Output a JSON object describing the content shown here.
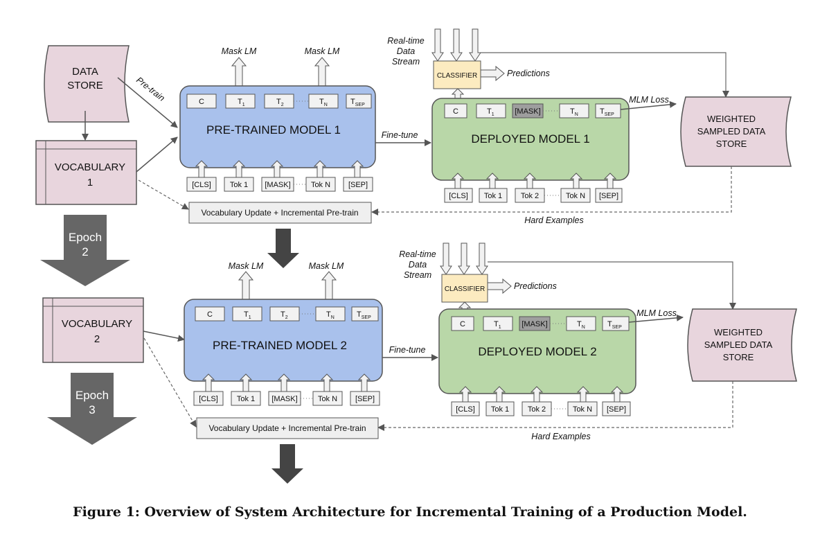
{
  "caption": "Figure 1: Overview of System Architecture for Incremental Training of a Production Model.",
  "data_store": {
    "line1": "DATA",
    "line2": "STORE"
  },
  "pretrain_label": "Pre-train",
  "vocab1": {
    "line1": "VOCABULARY",
    "line2": "1"
  },
  "vocab2": {
    "line1": "VOCABULARY",
    "line2": "2"
  },
  "epoch2": {
    "line1": "Epoch",
    "line2": "2"
  },
  "epoch3": {
    "line1": "Epoch",
    "line2": "3"
  },
  "mask_lm": "Mask LM",
  "ptm1_title": "PRE-TRAINED MODEL 1",
  "ptm2_title": "PRE-TRAINED MODEL 2",
  "dm1_title": "DEPLOYED MODEL 1",
  "dm2_title": "DEPLOYED MODEL 2",
  "fine_tune": "Fine-tune",
  "mlm_loss": "MLM Loss",
  "predictions": "Predictions",
  "classifier": "CLASSIFIER",
  "stream": {
    "line1": "Real-time",
    "line2": "Data",
    "line3": "Stream"
  },
  "weighted_store": {
    "line1": "WEIGHTED",
    "line2": "SAMPLED DATA",
    "line3": "STORE"
  },
  "vocab_update": "Vocabulary Update + Incremental Pre-train",
  "hard_examples": "Hard Examples",
  "pt_outputs": {
    "c": "C",
    "t1": "T",
    "t1_sub": "1",
    "t2": "T",
    "t2_sub": "2",
    "tn": "T",
    "tn_sub": "N",
    "tsep": "T",
    "tsep_sub": "SEP"
  },
  "pt_inputs": [
    "[CLS]",
    "Tok 1",
    "[MASK]",
    "Tok N",
    "[SEP]"
  ],
  "dm_outputs": {
    "c": "C",
    "t1": "T",
    "t1_sub": "1",
    "mask": "[MASK]",
    "tn": "T",
    "tn_sub": "N",
    "tsep": "T",
    "tsep_sub": "SEP"
  },
  "dm_inputs": [
    "[CLS]",
    "Tok 1",
    "Tok 2",
    "Tok N",
    "[SEP]"
  ],
  "colors": {
    "pink": "#e8d5dd",
    "blue": "#a9c1ec",
    "green": "#b9d7a8",
    "classifier": "#fcebc0",
    "grey_box": "#efefef",
    "mask_box": "#9e9e9e",
    "epoch_arrow": "#666666"
  }
}
